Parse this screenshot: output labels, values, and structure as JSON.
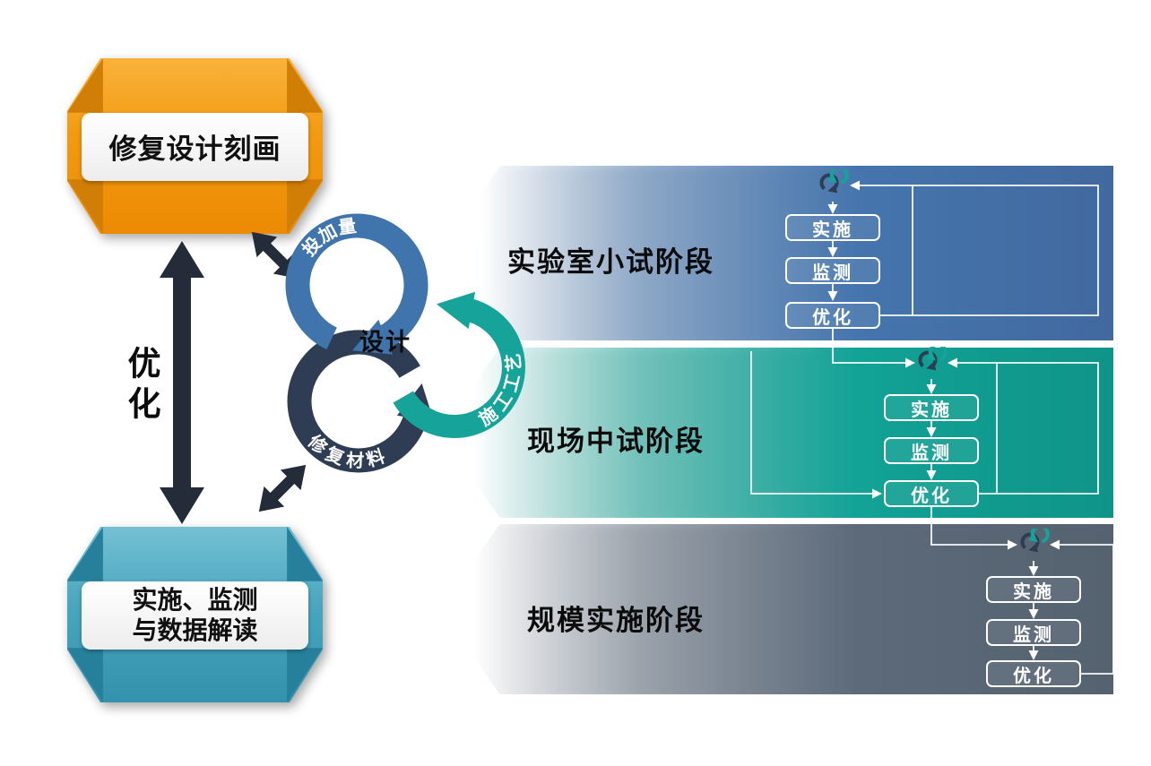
{
  "left_flow": {
    "top_box": {
      "label": "修复设计刻画"
    },
    "bottom_box": {
      "line1": "实施、监测",
      "line2": "与数据解读"
    },
    "vertical_arrow_label": "优化"
  },
  "cycle": {
    "center_label": "设计",
    "arcs": [
      {
        "label": "投加量",
        "color": "#3f74ad"
      },
      {
        "label": "施工工艺",
        "color": "#16a39a"
      },
      {
        "label": "修复材料",
        "color": "#2e3d54"
      }
    ]
  },
  "stages": [
    {
      "label": "实验室小试阶段",
      "color": "#4575ad",
      "icon": "mini-cycle-icon",
      "steps": [
        "实施",
        "监测",
        "优化"
      ]
    },
    {
      "label": "现场中试阶段",
      "color": "#12a296",
      "icon": "mini-cycle-icon",
      "steps": [
        "实施",
        "监测",
        "优化"
      ]
    },
    {
      "label": "规模实施阶段",
      "color": "#5c6a7a",
      "icon": "mini-cycle-icon",
      "steps": [
        "实施",
        "监测",
        "优化"
      ]
    }
  ],
  "colors": {
    "orange_box": "#f2970f",
    "teal_box": "#4aa6bf",
    "stage_blue": "#4575ad",
    "stage_teal": "#12a296",
    "stage_gray": "#5c6a7a",
    "arc_blue": "#3f74ad",
    "arc_teal": "#16a39a",
    "arc_navy": "#2e3d54",
    "arrow_black": "#242b39"
  }
}
